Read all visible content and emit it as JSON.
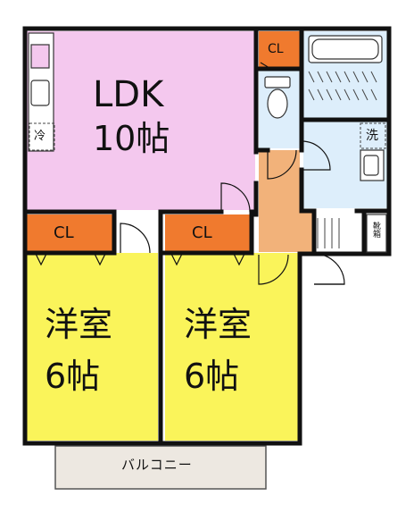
{
  "rooms": {
    "ldk": {
      "name": "LDK",
      "size": "10帖"
    },
    "western_left": {
      "name": "洋室",
      "size": "6帖"
    },
    "western_right": {
      "name": "洋室",
      "size": "6帖"
    }
  },
  "closets": {
    "top_right": "CL",
    "left": "CL",
    "right": "CL"
  },
  "fixtures": {
    "fridge": "冷",
    "washer": "洗",
    "shoes": "靴箱"
  },
  "balcony": "バルコニー",
  "colors": {
    "ldk": "#F4C8EE",
    "western": "#FAF45A",
    "closet": "#F07A2E",
    "entry": "#F2B27A",
    "wet_area": "#DDEEFB",
    "balcony": "#EDE8E1",
    "wall": "#111111"
  }
}
